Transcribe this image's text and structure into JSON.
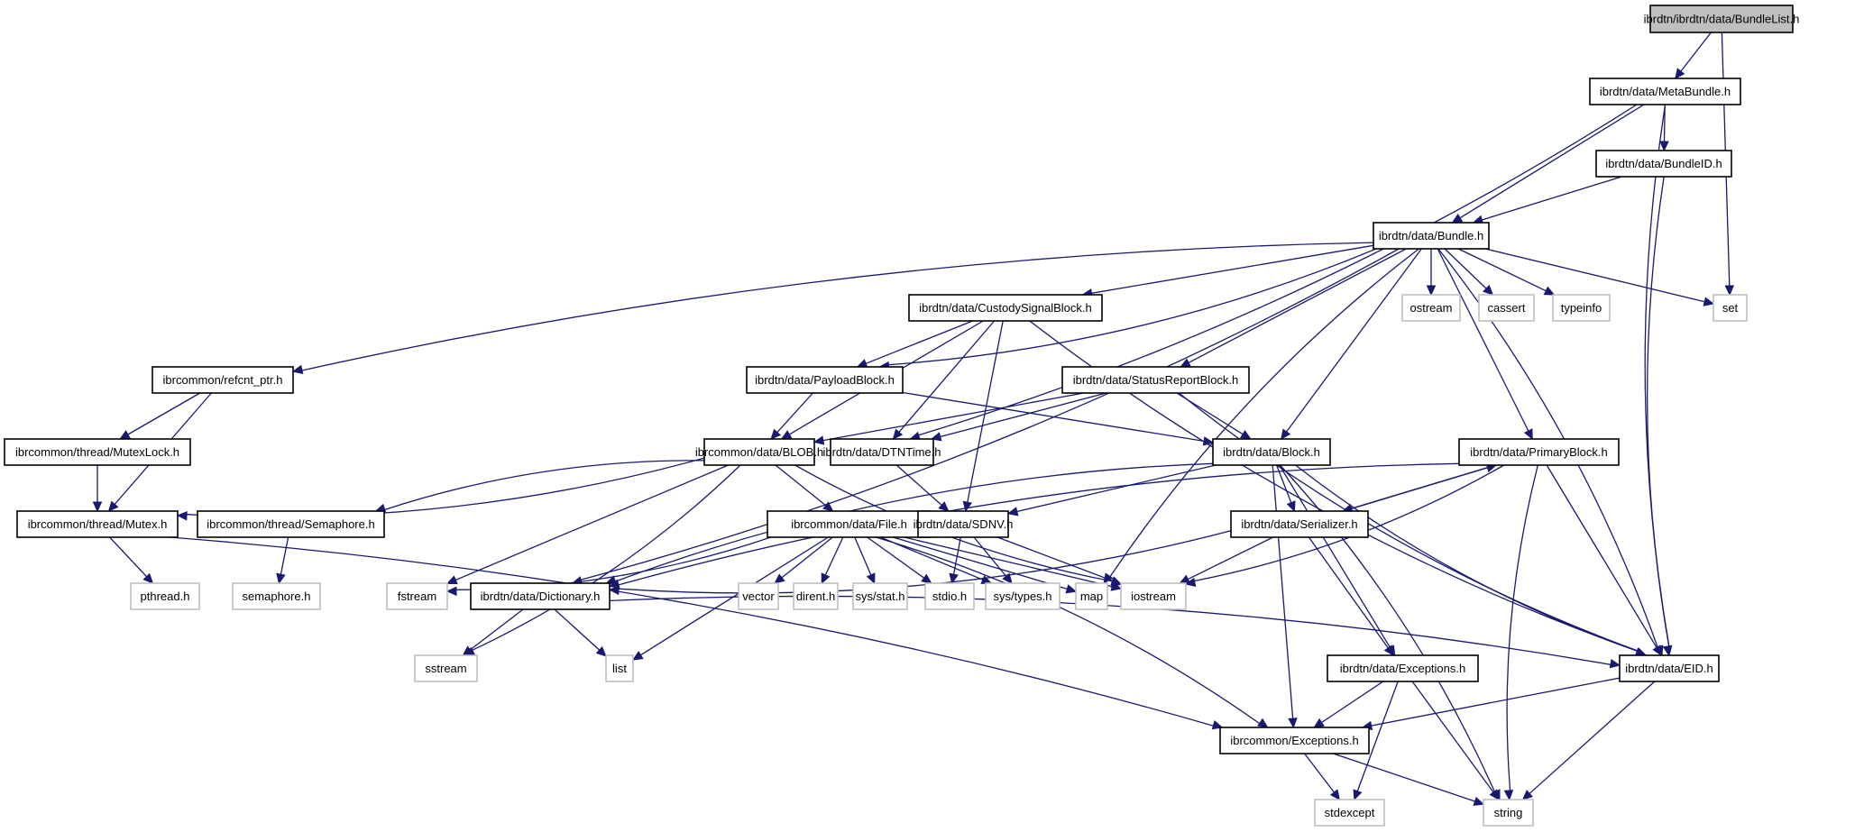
{
  "graph": {
    "title": "Include dependency graph for ibrdtn/ibrdtn/data/BundleList.h",
    "edge_color": "#191970",
    "root_fill": "#bfbfbf",
    "external_border": "#bfbfbf",
    "nodes": [
      {
        "id": "bundlelist",
        "label": "ibrdtn/ibrdtn/data/BundleList.h",
        "kind": "root"
      },
      {
        "id": "metabundle",
        "label": "ibrdtn/data/MetaBundle.h",
        "kind": "internal"
      },
      {
        "id": "bundleid",
        "label": "ibrdtn/data/BundleID.h",
        "kind": "internal"
      },
      {
        "id": "bundle",
        "label": "ibrdtn/data/Bundle.h",
        "kind": "internal"
      },
      {
        "id": "ostream",
        "label": "ostream",
        "kind": "external"
      },
      {
        "id": "cassert",
        "label": "cassert",
        "kind": "external"
      },
      {
        "id": "typeinfo",
        "label": "typeinfo",
        "kind": "external"
      },
      {
        "id": "set",
        "label": "set",
        "kind": "external"
      },
      {
        "id": "custody",
        "label": "ibrdtn/data/CustodySignalBlock.h",
        "kind": "internal"
      },
      {
        "id": "statusreport",
        "label": "ibrdtn/data/StatusReportBlock.h",
        "kind": "internal"
      },
      {
        "id": "payload",
        "label": "ibrdtn/data/PayloadBlock.h",
        "kind": "internal"
      },
      {
        "id": "refcnt",
        "label": "ibrcommon/refcnt_ptr.h",
        "kind": "internal"
      },
      {
        "id": "mutexlock",
        "label": "ibrcommon/thread/MutexLock.h",
        "kind": "internal"
      },
      {
        "id": "mutex",
        "label": "ibrcommon/thread/Mutex.h",
        "kind": "internal"
      },
      {
        "id": "semaphore",
        "label": "ibrcommon/thread/Semaphore.h",
        "kind": "internal"
      },
      {
        "id": "blob",
        "label": "ibrcommon/data/BLOB.h",
        "kind": "internal"
      },
      {
        "id": "dtntime",
        "label": "ibrdtn/data/DTNTime.h",
        "kind": "internal"
      },
      {
        "id": "block",
        "label": "ibrdtn/data/Block.h",
        "kind": "internal"
      },
      {
        "id": "primary",
        "label": "ibrdtn/data/PrimaryBlock.h",
        "kind": "internal"
      },
      {
        "id": "serializer",
        "label": "ibrdtn/data/Serializer.h",
        "kind": "internal"
      },
      {
        "id": "file",
        "label": "ibrcommon/data/File.h",
        "kind": "internal"
      },
      {
        "id": "sdnv",
        "label": "ibrdtn/data/SDNV.h",
        "kind": "internal"
      },
      {
        "id": "pthread",
        "label": "pthread.h",
        "kind": "external"
      },
      {
        "id": "semaphoreh",
        "label": "semaphore.h",
        "kind": "external"
      },
      {
        "id": "fstream",
        "label": "fstream",
        "kind": "external"
      },
      {
        "id": "dictionary",
        "label": "ibrdtn/data/Dictionary.h",
        "kind": "internal"
      },
      {
        "id": "vector",
        "label": "vector",
        "kind": "external"
      },
      {
        "id": "direnth",
        "label": "dirent.h",
        "kind": "external"
      },
      {
        "id": "sysstat",
        "label": "sys/stat.h",
        "kind": "external"
      },
      {
        "id": "stdio",
        "label": "stdio.h",
        "kind": "external"
      },
      {
        "id": "systypes",
        "label": "sys/types.h",
        "kind": "external"
      },
      {
        "id": "map",
        "label": "map",
        "kind": "external"
      },
      {
        "id": "iostream",
        "label": "iostream",
        "kind": "external"
      },
      {
        "id": "sstream",
        "label": "sstream",
        "kind": "external"
      },
      {
        "id": "list",
        "label": "list",
        "kind": "external"
      },
      {
        "id": "exceptions",
        "label": "ibrdtn/data/Exceptions.h",
        "kind": "internal"
      },
      {
        "id": "eid",
        "label": "ibrdtn/data/EID.h",
        "kind": "internal"
      },
      {
        "id": "cexceptions",
        "label": "ibrcommon/Exceptions.h",
        "kind": "internal"
      },
      {
        "id": "stdexcept",
        "label": "stdexcept",
        "kind": "external"
      },
      {
        "id": "string",
        "label": "string",
        "kind": "external"
      }
    ],
    "edges": [
      [
        "bundlelist",
        "metabundle"
      ],
      [
        "bundlelist",
        "set"
      ],
      [
        "metabundle",
        "bundleid"
      ],
      [
        "metabundle",
        "bundle"
      ],
      [
        "metabundle",
        "dtntime"
      ],
      [
        "metabundle",
        "eid"
      ],
      [
        "bundleid",
        "bundle"
      ],
      [
        "bundleid",
        "eid"
      ],
      [
        "bundle",
        "ostream"
      ],
      [
        "bundle",
        "cassert"
      ],
      [
        "bundle",
        "typeinfo"
      ],
      [
        "bundle",
        "set"
      ],
      [
        "bundle",
        "custody"
      ],
      [
        "bundle",
        "statusreport"
      ],
      [
        "bundle",
        "payload"
      ],
      [
        "bundle",
        "refcnt"
      ],
      [
        "bundle",
        "block"
      ],
      [
        "bundle",
        "primary"
      ],
      [
        "bundle",
        "dictionary"
      ],
      [
        "bundle",
        "map"
      ],
      [
        "bundle",
        "eid"
      ],
      [
        "custody",
        "payload"
      ],
      [
        "custody",
        "blob"
      ],
      [
        "custody",
        "dtntime"
      ],
      [
        "custody",
        "sdnv"
      ],
      [
        "custody",
        "eid"
      ],
      [
        "statusreport",
        "blob"
      ],
      [
        "statusreport",
        "dtntime"
      ],
      [
        "statusreport",
        "block"
      ],
      [
        "statusreport",
        "eid"
      ],
      [
        "payload",
        "blob"
      ],
      [
        "payload",
        "block"
      ],
      [
        "refcnt",
        "mutexlock"
      ],
      [
        "refcnt",
        "mutex"
      ],
      [
        "mutexlock",
        "mutex"
      ],
      [
        "mutex",
        "pthread"
      ],
      [
        "mutex",
        "cexceptions"
      ],
      [
        "semaphore",
        "semaphoreh"
      ],
      [
        "blob",
        "mutex"
      ],
      [
        "blob",
        "semaphore"
      ],
      [
        "blob",
        "file"
      ],
      [
        "blob",
        "fstream"
      ],
      [
        "blob",
        "sstream"
      ],
      [
        "blob",
        "iostream"
      ],
      [
        "dtntime",
        "sdnv"
      ],
      [
        "block",
        "sdnv"
      ],
      [
        "block",
        "serializer"
      ],
      [
        "block",
        "dictionary"
      ],
      [
        "block",
        "exceptions"
      ],
      [
        "block",
        "cexceptions"
      ],
      [
        "block",
        "string"
      ],
      [
        "block",
        "eid"
      ],
      [
        "primary",
        "serializer"
      ],
      [
        "primary",
        "dictionary"
      ],
      [
        "primary",
        "iostream"
      ],
      [
        "primary",
        "string"
      ],
      [
        "primary",
        "eid"
      ],
      [
        "serializer",
        "primary"
      ],
      [
        "serializer",
        "dictionary"
      ],
      [
        "serializer",
        "iostream"
      ],
      [
        "serializer",
        "exceptions"
      ],
      [
        "file",
        "vector"
      ],
      [
        "file",
        "direnth"
      ],
      [
        "file",
        "sysstat"
      ],
      [
        "file",
        "stdio"
      ],
      [
        "file",
        "systypes"
      ],
      [
        "file",
        "map"
      ],
      [
        "file",
        "iostream"
      ],
      [
        "file",
        "fstream"
      ],
      [
        "file",
        "list"
      ],
      [
        "file",
        "cexceptions"
      ],
      [
        "sdnv",
        "stdio"
      ],
      [
        "sdnv",
        "systypes"
      ],
      [
        "sdnv",
        "iostream"
      ],
      [
        "dictionary",
        "sstream"
      ],
      [
        "dictionary",
        "list"
      ],
      [
        "dictionary",
        "eid"
      ],
      [
        "exceptions",
        "cexceptions"
      ],
      [
        "exceptions",
        "stdexcept"
      ],
      [
        "exceptions",
        "string"
      ],
      [
        "eid",
        "cexceptions"
      ],
      [
        "eid",
        "string"
      ],
      [
        "cexceptions",
        "stdexcept"
      ],
      [
        "cexceptions",
        "string"
      ]
    ]
  }
}
